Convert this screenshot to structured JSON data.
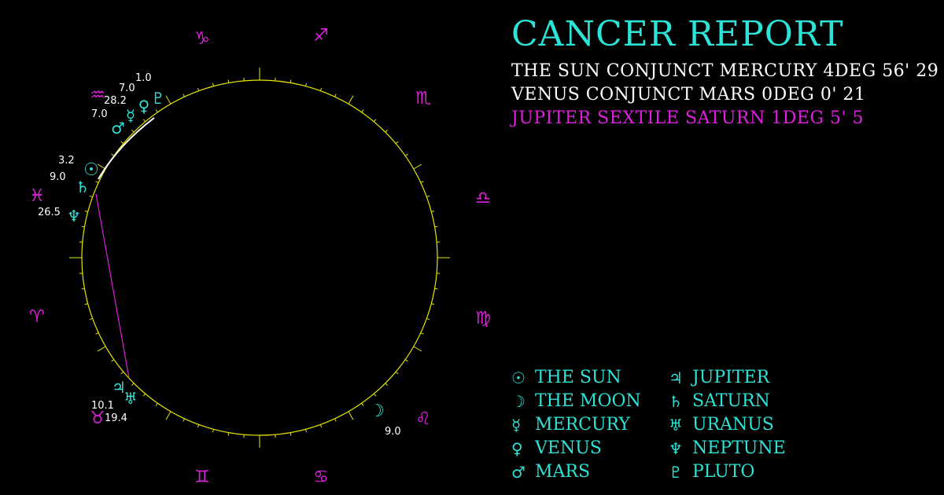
{
  "title": "CANCER REPORT",
  "aspects": [
    {
      "text": "THE SUN CONJUNCT MERCURY 4DEG 56' 29",
      "color": "#ffffff"
    },
    {
      "text": "VENUS CONJUNCT MARS 0DEG 0' 21",
      "color": "#ffffff"
    },
    {
      "text": "JUPITER SEXTILE SATURN 1DEG 5' 5",
      "color": "#e01ee0"
    }
  ],
  "colors": {
    "zodiac": "#e01ee0",
    "planet": "#2de2d6",
    "ring": "#e6e600",
    "aspect_line": "#e01ee0",
    "label": "#ffffff"
  },
  "zodiac_signs": [
    {
      "name": "capricorn",
      "glyph": "♑"
    },
    {
      "name": "sagittarius",
      "glyph": "♐"
    },
    {
      "name": "scorpio",
      "glyph": "♏"
    },
    {
      "name": "libra",
      "glyph": "♎"
    },
    {
      "name": "virgo",
      "glyph": "♍"
    },
    {
      "name": "leo",
      "glyph": "♌"
    },
    {
      "name": "cancer",
      "glyph": "♋"
    },
    {
      "name": "gemini",
      "glyph": "♊"
    },
    {
      "name": "taurus",
      "glyph": "♉"
    },
    {
      "name": "aries",
      "glyph": "♈"
    },
    {
      "name": "pisces",
      "glyph": "♓"
    },
    {
      "name": "aquarius",
      "glyph": "♒"
    }
  ],
  "planets_on_chart": [
    {
      "name": "pluto",
      "glyph": "♇",
      "degree": "1.0"
    },
    {
      "name": "venus",
      "glyph": "♀",
      "degree": "7.0"
    },
    {
      "name": "mercury",
      "glyph": "☿",
      "degree": "28.2"
    },
    {
      "name": "mars",
      "glyph": "♂",
      "degree": "7.0"
    },
    {
      "name": "sun",
      "glyph": "☉",
      "degree": "3.2"
    },
    {
      "name": "saturn",
      "glyph": "♄",
      "degree": "9.0"
    },
    {
      "name": "neptune",
      "glyph": "♆",
      "degree": "26.5"
    },
    {
      "name": "jupiter",
      "glyph": "♃",
      "degree": "10.1"
    },
    {
      "name": "uranus",
      "glyph": "♅",
      "degree": "19.4"
    },
    {
      "name": "moon",
      "glyph": "☽",
      "degree": "9.0"
    }
  ],
  "legend": [
    {
      "glyph": "☉",
      "label": "THE SUN"
    },
    {
      "glyph": "☽",
      "label": "THE MOON"
    },
    {
      "glyph": "☿",
      "label": "MERCURY"
    },
    {
      "glyph": "♀",
      "label": "VENUS"
    },
    {
      "glyph": "♂",
      "label": "MARS"
    },
    {
      "glyph": "♃",
      "label": "JUPITER"
    },
    {
      "glyph": "♄",
      "label": "SATURN"
    },
    {
      "glyph": "♅",
      "label": "URANUS"
    },
    {
      "glyph": "♆",
      "label": "NEPTUNE"
    },
    {
      "glyph": "♇",
      "label": "PLUTO"
    }
  ]
}
